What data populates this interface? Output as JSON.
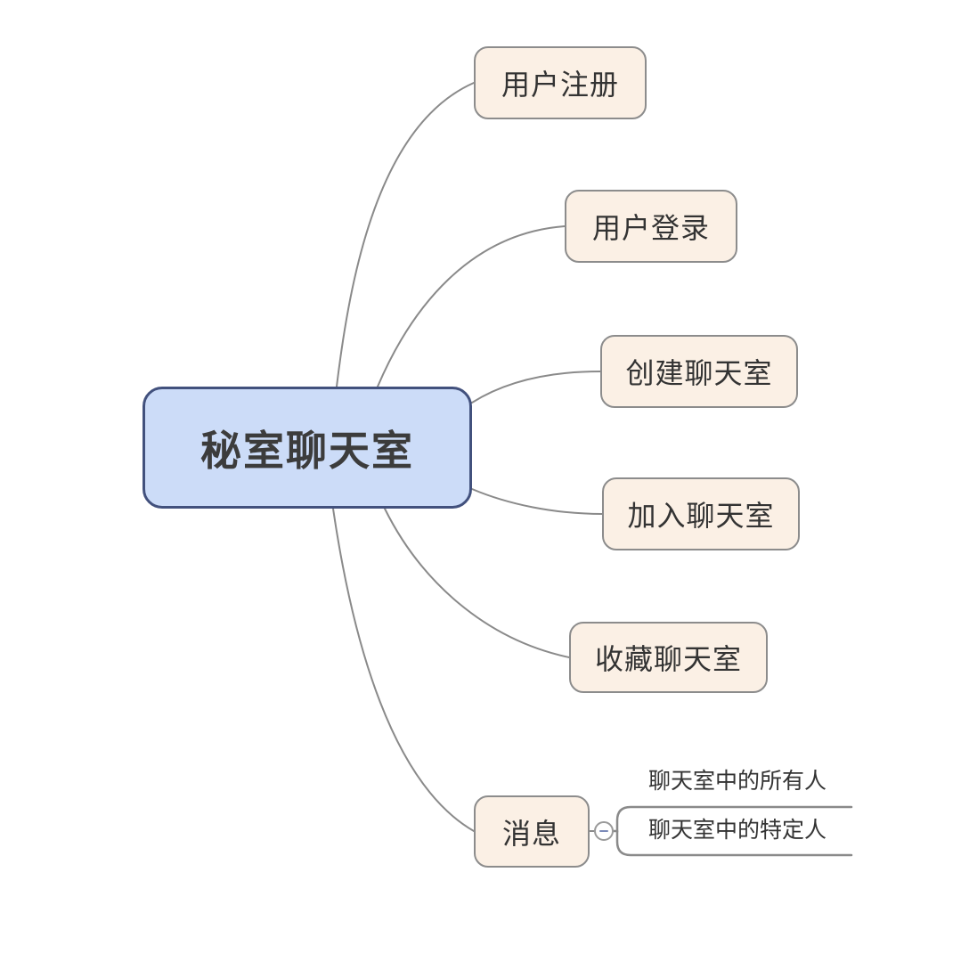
{
  "canvas": {
    "background_color": "#ffffff"
  },
  "mindmap": {
    "root": {
      "label": "秘室聊天室",
      "fill_color": "#CCDCF8",
      "border_color": "#42517D",
      "text_color": "#3C3C3C"
    },
    "branch_style": {
      "fill_color": "#FBF0E5",
      "border_color": "#8C8C8C",
      "text_color": "#333333",
      "connector_color": "#8A8A8A"
    },
    "branches": [
      {
        "label": "用户注册"
      },
      {
        "label": "用户登录"
      },
      {
        "label": "创建聊天室"
      },
      {
        "label": "加入聊天室"
      },
      {
        "label": "收藏聊天室"
      },
      {
        "label": "消息",
        "collapse_button": {
          "icon": "minus-icon",
          "state": "expanded",
          "icon_color": "#7B8AB8"
        },
        "children": [
          {
            "label": "聊天室中的所有人"
          },
          {
            "label": "聊天室中的特定人"
          }
        ]
      }
    ]
  }
}
